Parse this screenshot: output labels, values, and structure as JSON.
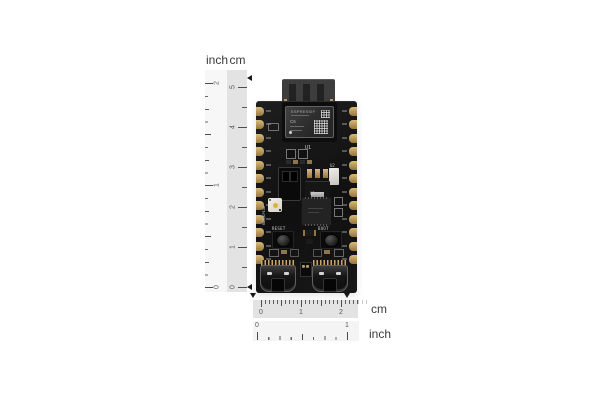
{
  "rulers": {
    "vertical": {
      "inch_label": "inch",
      "cm_label": "cm",
      "inch_numbers": [
        "2",
        "1",
        "0"
      ],
      "cm_numbers": [
        "5",
        "4",
        "3",
        "2",
        "1",
        "0"
      ]
    },
    "horizontal": {
      "cm_label": "cm",
      "inch_label": "inch",
      "cm_numbers": [
        "0",
        "1",
        "2"
      ],
      "inch_numbers": [
        "0",
        "1"
      ]
    }
  },
  "board": {
    "module": {
      "brand": "ESPRESSIF",
      "model": "C6",
      "designator": "U1"
    },
    "silkscreen": {
      "regulator": "U2",
      "chip": "U9",
      "reset": "RESET",
      "boot": "BOOT",
      "rgb": "RGB@GPIO8"
    },
    "colors": {
      "pcb": "#151515",
      "pad_gold": "#bd9c60",
      "module_shield": "#303030",
      "silkscreen_white": "#c9c9c9",
      "ruler_cm_bg": "#e3e3e3",
      "ruler_inch_bg": "#f7f7f7"
    }
  }
}
